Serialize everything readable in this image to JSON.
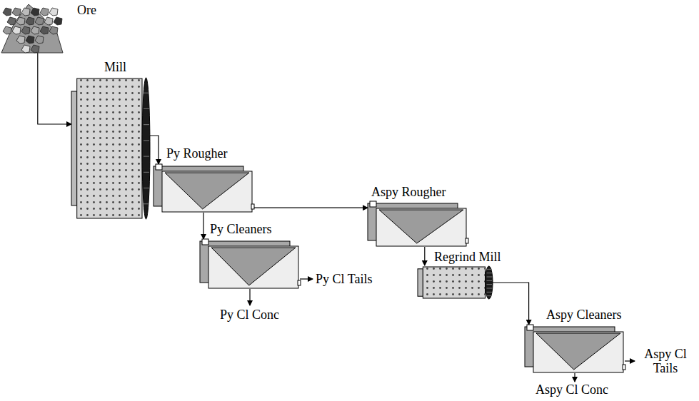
{
  "diagram": {
    "nodes": [
      {
        "text": [
          "Ore"
        ]
      },
      {
        "text": [
          "Mill"
        ]
      },
      {
        "text": [
          "Py Rougher"
        ]
      },
      {
        "text": [
          "Py Cleaners"
        ]
      },
      {
        "text": [
          "Aspy Rougher"
        ]
      },
      {
        "text": [
          "Regrind Mill"
        ]
      },
      {
        "text": [
          "Aspy Cleaners"
        ]
      }
    ],
    "edges": [
      {
        "from": 0,
        "to": 1,
        "arrow": "to"
      },
      {
        "from": 1,
        "to": 2,
        "arrow": "to"
      },
      {
        "from": 2,
        "to": 3,
        "arrow": "to"
      },
      {
        "from": 2,
        "to": 4,
        "arrow": "to"
      },
      {
        "from": 4,
        "to": 5,
        "arrow": "to"
      },
      {
        "from": 5,
        "to": 6,
        "arrow": "to"
      }
    ],
    "labels": [
      "Py Cl Tails",
      "Py Cl Conc",
      "Aspy Cl Tails",
      "Aspy Cl Conc"
    ]
  }
}
